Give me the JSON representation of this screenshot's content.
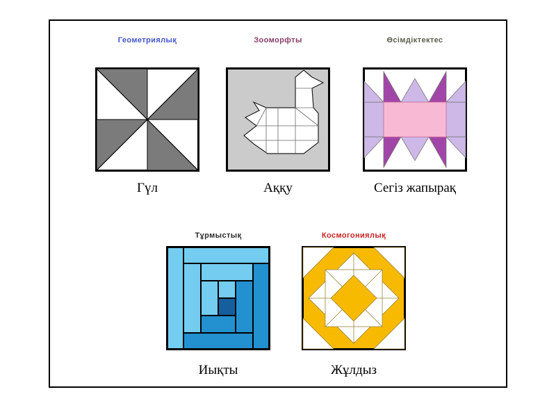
{
  "slide": {
    "sections": [
      {
        "header": "Геометриялық",
        "header_color": "#4455cc",
        "label": "Гүл",
        "motif": "pinwheel"
      },
      {
        "header": "Зооморфты",
        "header_color": "#8a3d66",
        "label": "Аққу",
        "motif": "swan-tangram"
      },
      {
        "header": "Өсімдіктектес",
        "header_color": "#5c5c4e",
        "label": "Сегіз жапырақ",
        "motif": "eight-petal-star"
      },
      {
        "header": "Тұрмыстық",
        "header_color": "#2b2b2b",
        "label": "Иықты",
        "motif": "log-cabin"
      },
      {
        "header": "Космогониялық",
        "header_color": "#cc2222",
        "label": "Жұлдыз",
        "motif": "eight-point-star"
      }
    ],
    "motif_colors": {
      "pinwheel_gray": "#7b7b7b",
      "swan_background": "#cbcbcb",
      "petal_purple": "#a245a8",
      "petal_lavender": "#cdb8e8",
      "petal_pink": "#f8b9d4",
      "logcabin_light_blue": "#74cdf0",
      "logcabin_medium_blue": "#2391cf",
      "logcabin_dark_blue": "#155f9e",
      "star_gold": "#f8ba00"
    }
  }
}
